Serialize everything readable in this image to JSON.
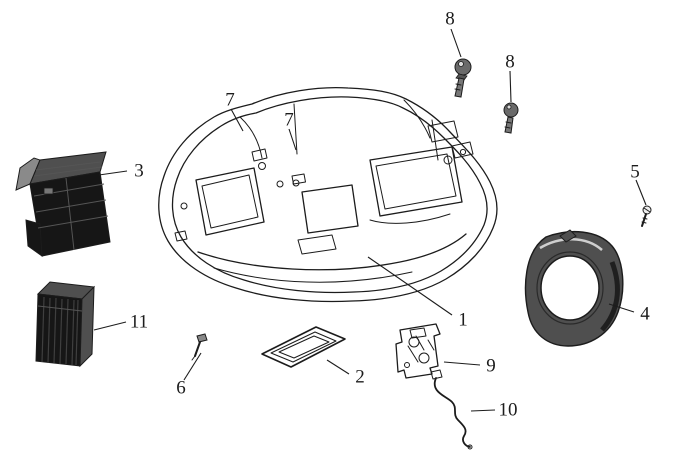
{
  "diagram": {
    "kind": "exploded-parts-diagram",
    "colors": {
      "bg": "#ffffff",
      "line": "#1c1c1c",
      "dark": "#161616",
      "mid": "#4f4f4f",
      "light": "#8a8a8a"
    },
    "callouts": [
      {
        "label": "8"
      },
      {
        "label": "8"
      },
      {
        "label": "5"
      },
      {
        "label": "3"
      },
      {
        "label": "7"
      },
      {
        "label": "7"
      },
      {
        "label": "1"
      },
      {
        "label": "4"
      },
      {
        "label": "11"
      },
      {
        "label": "6"
      },
      {
        "label": "2"
      },
      {
        "label": "9"
      },
      {
        "label": "10"
      }
    ]
  }
}
